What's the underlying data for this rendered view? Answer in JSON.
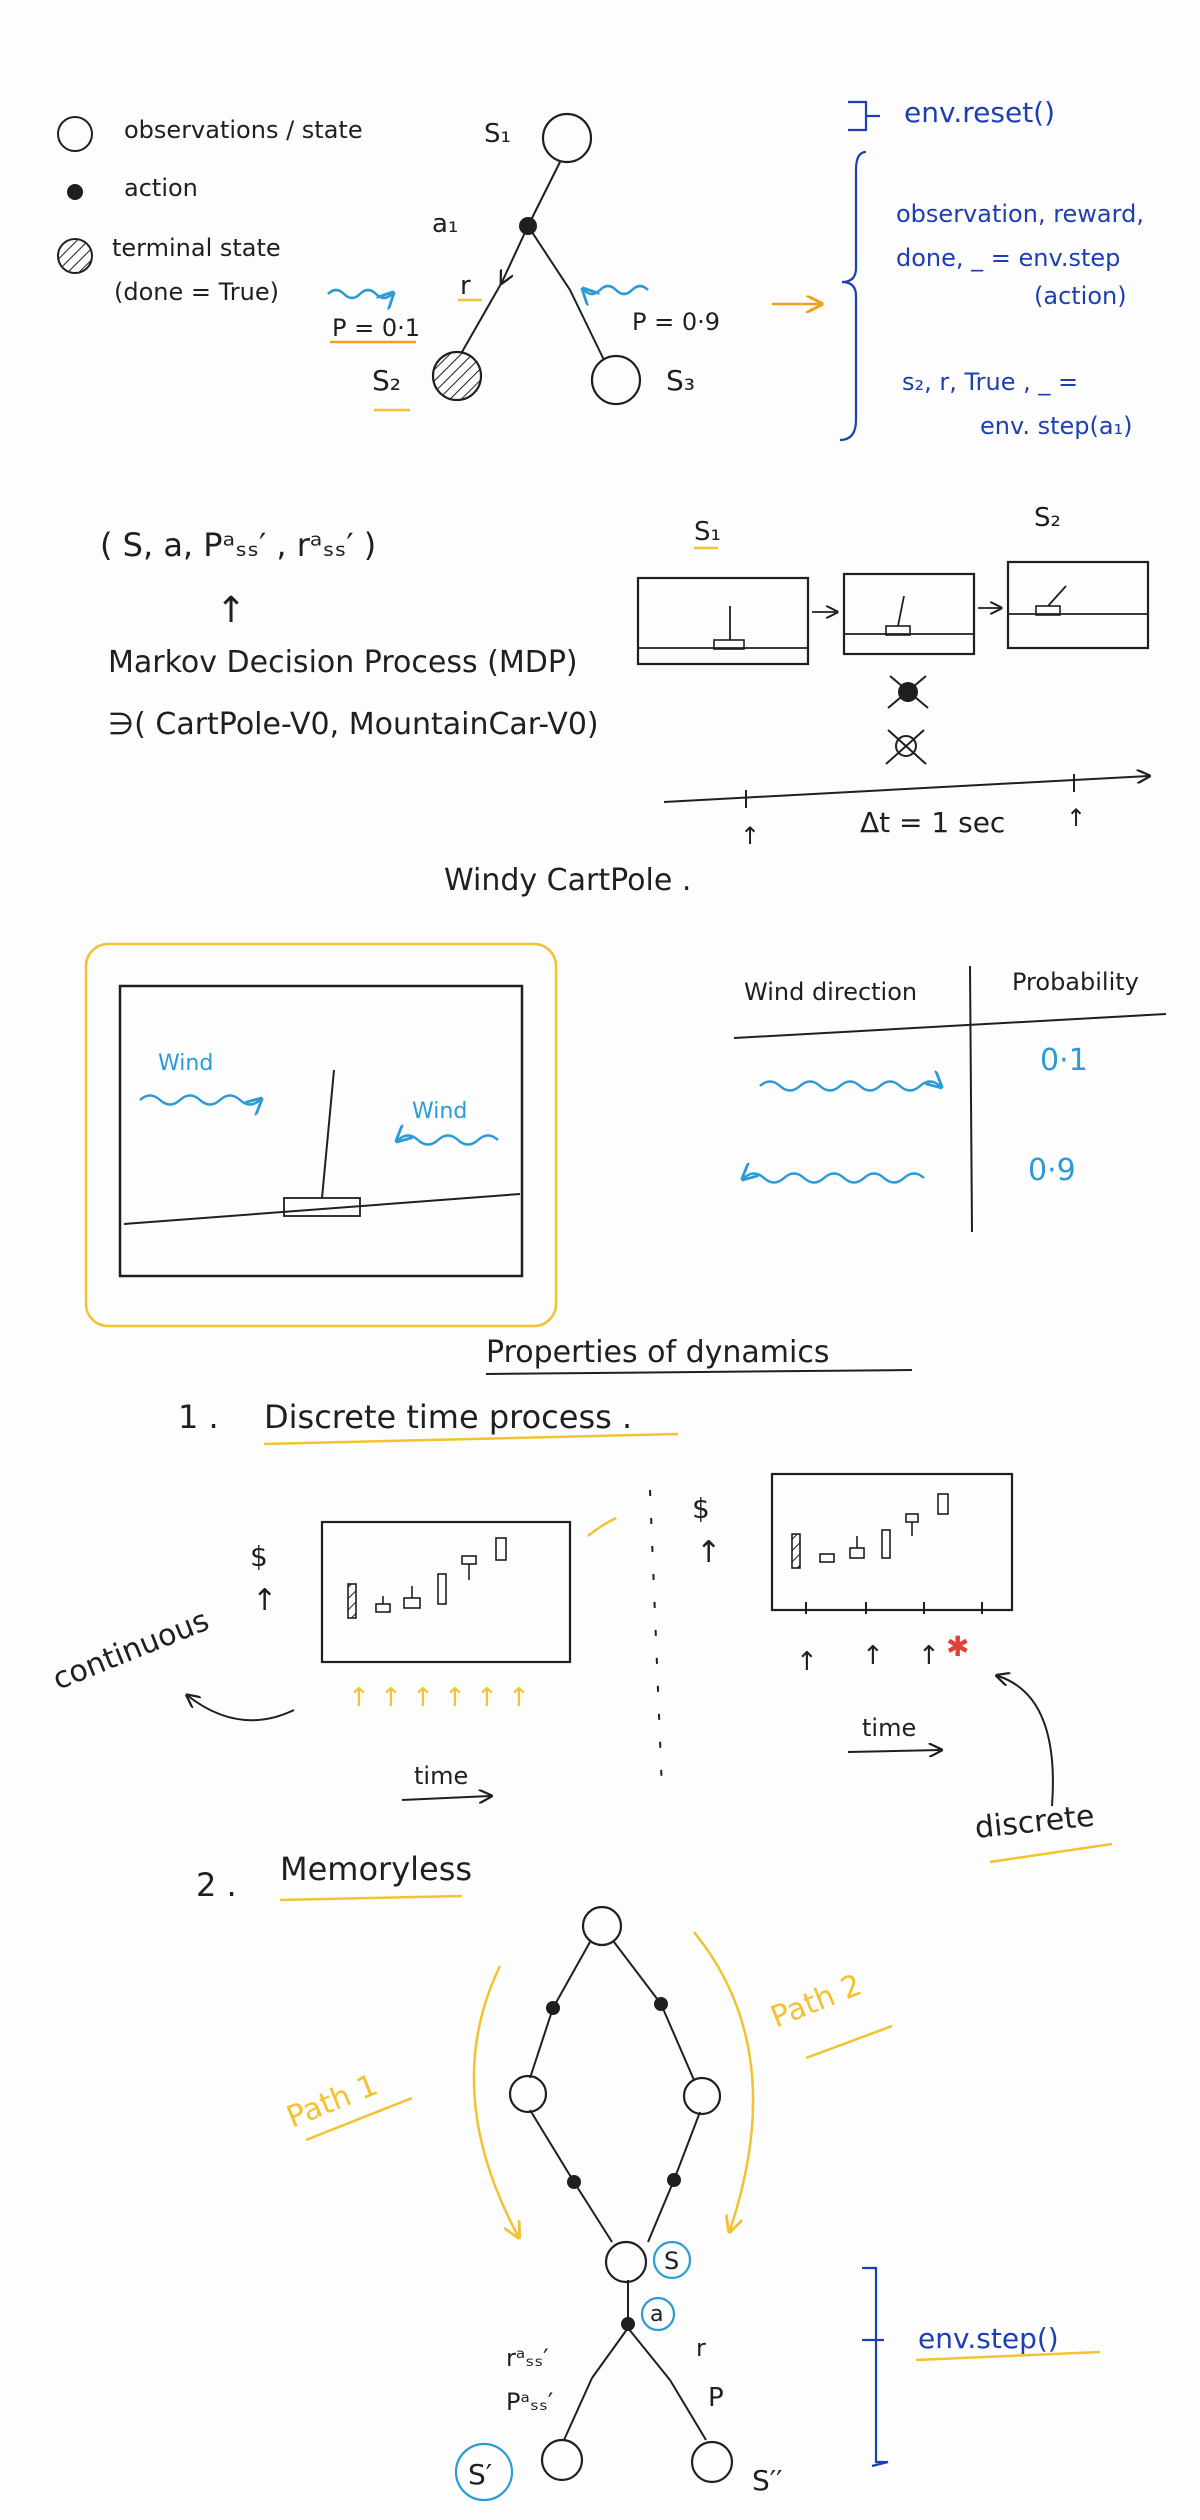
{
  "colors": {
    "ink": "#1f1f1f",
    "blue": "#1e3fb0",
    "cyan": "#2b9ad6",
    "yellow": "#f2c230",
    "orange": "#f0a020",
    "red": "#e0403a"
  },
  "legend": {
    "observation": "observations / state",
    "action": "action",
    "terminal_line1": "terminal state",
    "terminal_line2": "(done = True)"
  },
  "top_tree": {
    "s1": "S₁",
    "a1": "a₁",
    "r": "r",
    "p_left": "P = 0·1",
    "p_right": "P = 0·9",
    "s2": "S₂",
    "s3": "S₃"
  },
  "env_code": {
    "reset": "env.reset()",
    "step_line1": "observation, reward,",
    "step_line2": "done, _ = env.step",
    "step_line3": "(action)",
    "example_line1": "s₂, r, True , _ =",
    "example_line2": "env. step(a₁)"
  },
  "mdp": {
    "tuple": "( S, a, Pᵃₛₛ′ , rᵃₛₛ′ )",
    "arrow": "↑",
    "name": "Markov Decision Process (MDP)",
    "examples": "∋( CartPole-V0, MountainCar-V0)",
    "s1": "S₁",
    "s2": "S₂",
    "delta_t": "Δt = 1 sec"
  },
  "windy": {
    "title": "Windy CartPole .",
    "wind_left_label": "Wind",
    "wind_right_label": "Wind",
    "table_header_dir": "Wind direction",
    "table_header_prob": "Probability",
    "prob_right": "0·1",
    "prob_left": "0·9"
  },
  "dynamics": {
    "heading": "Properties of dynamics",
    "item1": "1 .",
    "item1_text": "Discrete time process .",
    "dollar_left": "$",
    "dollar_right": "$",
    "continuous": "continuous",
    "time_left": "time",
    "time_right": "time",
    "discrete": "discrete",
    "item2": "2 .",
    "item2_text": "Memoryless"
  },
  "memory_tree": {
    "path1": "Path 1",
    "path2": "Path 2",
    "s": "S",
    "a": "a",
    "r_label": "rᵃₛₛ′",
    "p_label": "Pᵃₛₛ′",
    "r_right": "r",
    "p_right": "P",
    "s_prime": "S′",
    "s_double": "S′′",
    "env_step": "env.step()"
  }
}
